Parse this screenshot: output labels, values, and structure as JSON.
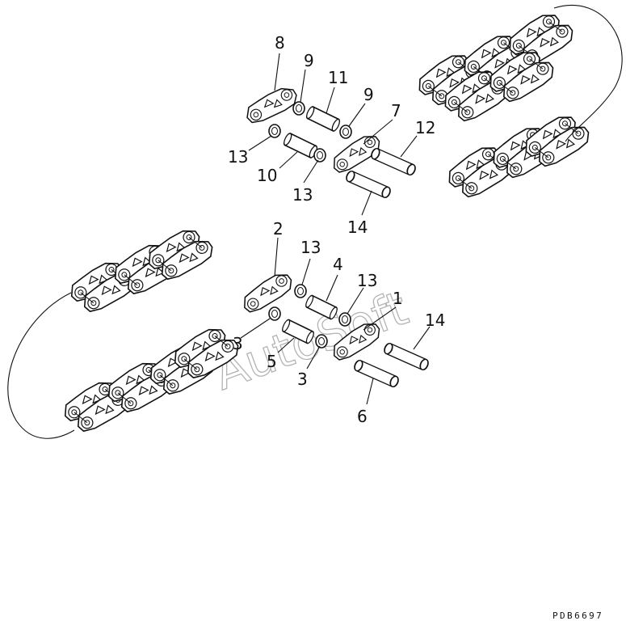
{
  "diagram": {
    "callouts": {
      "c1": "1",
      "c2": "2",
      "c3a": "3",
      "c3b": "3",
      "c4": "4",
      "c5": "5",
      "c6": "6",
      "c7": "7",
      "c8": "8",
      "c9a": "9",
      "c9b": "9",
      "c10": "10",
      "c11": "11",
      "c12": "12",
      "c13a": "13",
      "c13b": "13",
      "c13c": "13",
      "c13d": "13",
      "c14a": "14",
      "c14b": "14"
    },
    "watermark": "AutoSoft",
    "drawing_code": "PDB6697"
  }
}
